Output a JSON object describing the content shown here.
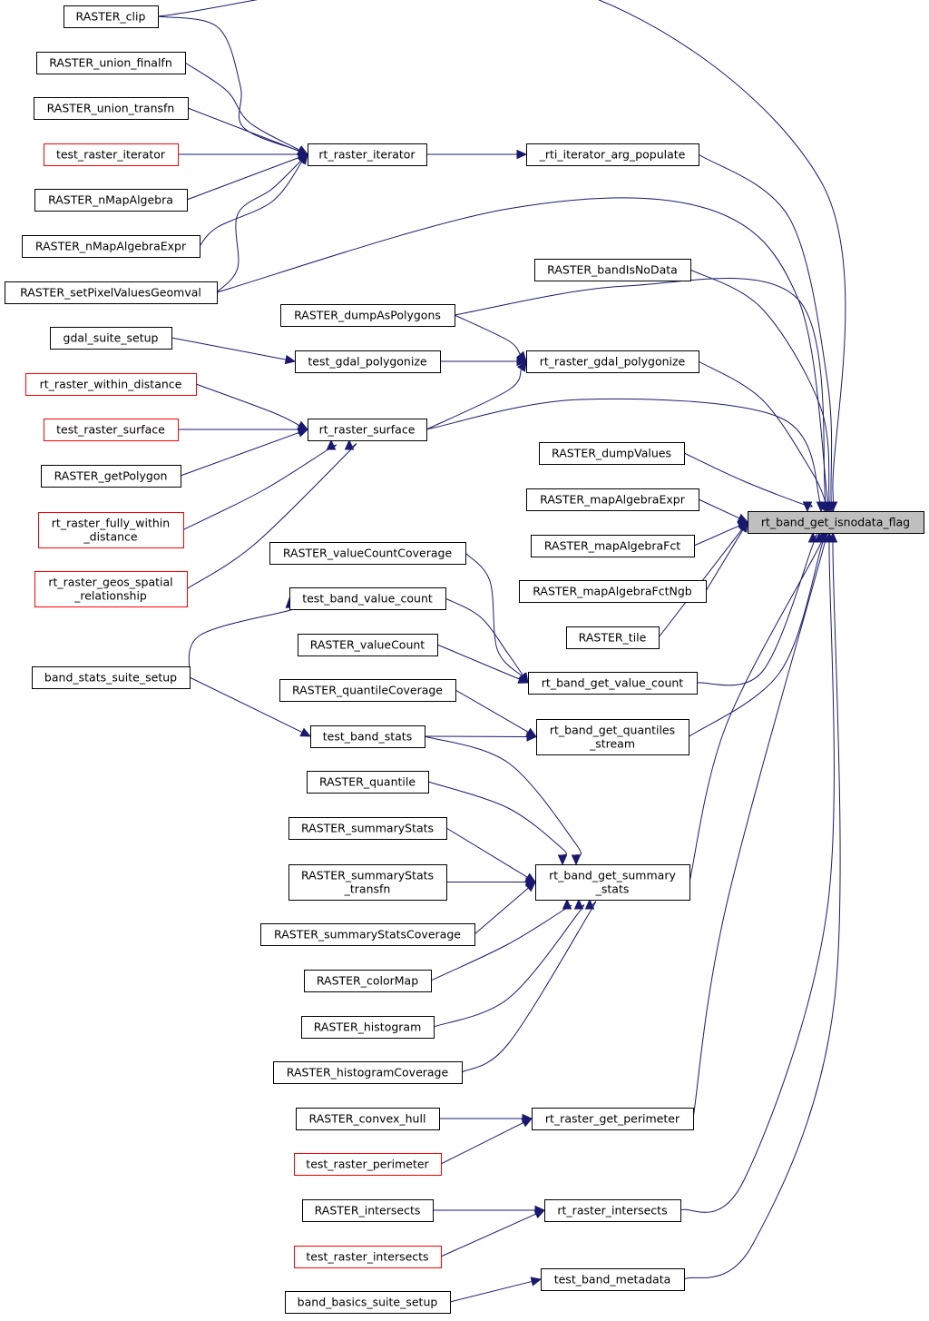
{
  "focus": {
    "id": "rt_band_get_isnodata_flag",
    "label": "rt_band_get_isnodata_flag"
  },
  "colors": {
    "edge": "#191970",
    "node_border": "#000000",
    "incomplete_border": "#ff0000",
    "focus_fill": "#bfbfbf"
  },
  "nodes": {
    "RASTER_clip": {
      "lines": [
        "RASTER_clip"
      ]
    },
    "RASTER_union_finalfn": {
      "lines": [
        "RASTER_union_finalfn"
      ]
    },
    "RASTER_union_transfn": {
      "lines": [
        "RASTER_union_transfn"
      ]
    },
    "test_raster_iterator": {
      "lines": [
        "test_raster_iterator"
      ],
      "incomplete": true
    },
    "RASTER_nMapAlgebra": {
      "lines": [
        "RASTER_nMapAlgebra"
      ]
    },
    "RASTER_nMapAlgebraExpr": {
      "lines": [
        "RASTER_nMapAlgebraExpr"
      ]
    },
    "RASTER_setPixelValuesGeomval": {
      "lines": [
        "RASTER_setPixelValuesGeomval"
      ]
    },
    "gdal_suite_setup": {
      "lines": [
        "gdal_suite_setup"
      ]
    },
    "rt_raster_within_distance": {
      "lines": [
        "rt_raster_within_distance"
      ],
      "incomplete": true
    },
    "test_raster_surface": {
      "lines": [
        "test_raster_surface"
      ],
      "incomplete": true
    },
    "RASTER_getPolygon": {
      "lines": [
        "RASTER_getPolygon"
      ]
    },
    "rt_raster_fully_within_distance": {
      "lines": [
        "rt_raster_fully_within",
        "_distance"
      ],
      "incomplete": true
    },
    "rt_raster_geos_spatial_relationship": {
      "lines": [
        "rt_raster_geos_spatial",
        "_relationship"
      ],
      "incomplete": true
    },
    "band_stats_suite_setup": {
      "lines": [
        "band_stats_suite_setup"
      ]
    },
    "rt_raster_iterator": {
      "lines": [
        "rt_raster_iterator"
      ]
    },
    "RASTER_dumpAsPolygons": {
      "lines": [
        "RASTER_dumpAsPolygons"
      ]
    },
    "test_gdal_polygonize": {
      "lines": [
        "test_gdal_polygonize"
      ]
    },
    "rt_raster_surface": {
      "lines": [
        "rt_raster_surface"
      ]
    },
    "RASTER_valueCountCoverage": {
      "lines": [
        "RASTER_valueCountCoverage"
      ]
    },
    "test_band_value_count": {
      "lines": [
        "test_band_value_count"
      ]
    },
    "RASTER_valueCount": {
      "lines": [
        "RASTER_valueCount"
      ]
    },
    "RASTER_quantileCoverage": {
      "lines": [
        "RASTER_quantileCoverage"
      ]
    },
    "test_band_stats": {
      "lines": [
        "test_band_stats"
      ]
    },
    "RASTER_quantile": {
      "lines": [
        "RASTER_quantile"
      ]
    },
    "RASTER_summaryStats": {
      "lines": [
        "RASTER_summaryStats"
      ]
    },
    "RASTER_summaryStats_transfn": {
      "lines": [
        "RASTER_summaryStats",
        "_transfn"
      ]
    },
    "RASTER_summaryStatsCoverage": {
      "lines": [
        "RASTER_summaryStatsCoverage"
      ]
    },
    "RASTER_colorMap": {
      "lines": [
        "RASTER_colorMap"
      ]
    },
    "RASTER_histogram": {
      "lines": [
        "RASTER_histogram"
      ]
    },
    "RASTER_histogramCoverage": {
      "lines": [
        "RASTER_histogramCoverage"
      ]
    },
    "RASTER_convex_hull": {
      "lines": [
        "RASTER_convex_hull"
      ]
    },
    "test_raster_perimeter": {
      "lines": [
        "test_raster_perimeter"
      ],
      "incomplete": true
    },
    "RASTER_intersects": {
      "lines": [
        "RASTER_intersects"
      ]
    },
    "test_raster_intersects": {
      "lines": [
        "test_raster_intersects"
      ],
      "incomplete": true
    },
    "band_basics_suite_setup": {
      "lines": [
        "band_basics_suite_setup"
      ]
    },
    "_rti_iterator_arg_populate": {
      "lines": [
        "_rti_iterator_arg_populate"
      ]
    },
    "RASTER_bandIsNoData": {
      "lines": [
        "RASTER_bandIsNoData"
      ]
    },
    "rt_raster_gdal_polygonize": {
      "lines": [
        "rt_raster_gdal_polygonize"
      ]
    },
    "RASTER_dumpValues": {
      "lines": [
        "RASTER_dumpValues"
      ]
    },
    "RASTER_mapAlgebraExpr": {
      "lines": [
        "RASTER_mapAlgebraExpr"
      ]
    },
    "RASTER_mapAlgebraFct": {
      "lines": [
        "RASTER_mapAlgebraFct"
      ]
    },
    "RASTER_mapAlgebraFctNgb": {
      "lines": [
        "RASTER_mapAlgebraFctNgb"
      ]
    },
    "RASTER_tile": {
      "lines": [
        "RASTER_tile"
      ]
    },
    "rt_band_get_value_count": {
      "lines": [
        "rt_band_get_value_count"
      ]
    },
    "rt_band_get_quantiles_stream": {
      "lines": [
        "rt_band_get_quantiles",
        "_stream"
      ]
    },
    "rt_band_get_summary_stats": {
      "lines": [
        "rt_band_get_summary",
        "_stats"
      ]
    },
    "rt_raster_get_perimeter": {
      "lines": [
        "rt_raster_get_perimeter"
      ]
    },
    "rt_raster_intersects": {
      "lines": [
        "rt_raster_intersects"
      ]
    },
    "test_band_metadata": {
      "lines": [
        "test_band_metadata"
      ]
    },
    "rt_band_get_isnodata_flag": {
      "lines": [
        "rt_band_get_isnodata_flag"
      ]
    }
  },
  "edges": [
    [
      "RASTER_clip",
      "rt_raster_iterator"
    ],
    [
      "RASTER_union_finalfn",
      "rt_raster_iterator"
    ],
    [
      "RASTER_union_transfn",
      "rt_raster_iterator"
    ],
    [
      "test_raster_iterator",
      "rt_raster_iterator"
    ],
    [
      "RASTER_nMapAlgebra",
      "rt_raster_iterator"
    ],
    [
      "RASTER_nMapAlgebraExpr",
      "rt_raster_iterator"
    ],
    [
      "RASTER_setPixelValuesGeomval",
      "rt_raster_iterator"
    ],
    [
      "rt_raster_iterator",
      "_rti_iterator_arg_populate"
    ],
    [
      "gdal_suite_setup",
      "test_gdal_polygonize"
    ],
    [
      "test_gdal_polygonize",
      "rt_raster_gdal_polygonize"
    ],
    [
      "RASTER_dumpAsPolygons",
      "rt_raster_gdal_polygonize"
    ],
    [
      "rt_raster_surface",
      "rt_raster_gdal_polygonize"
    ],
    [
      "rt_raster_within_distance",
      "rt_raster_surface"
    ],
    [
      "test_raster_surface",
      "rt_raster_surface"
    ],
    [
      "RASTER_getPolygon",
      "rt_raster_surface"
    ],
    [
      "rt_raster_fully_within_distance",
      "rt_raster_surface"
    ],
    [
      "rt_raster_geos_spatial_relationship",
      "rt_raster_surface"
    ],
    [
      "band_stats_suite_setup",
      "test_band_value_count"
    ],
    [
      "band_stats_suite_setup",
      "test_band_stats"
    ],
    [
      "RASTER_valueCountCoverage",
      "rt_band_get_value_count"
    ],
    [
      "test_band_value_count",
      "rt_band_get_value_count"
    ],
    [
      "RASTER_valueCount",
      "rt_band_get_value_count"
    ],
    [
      "RASTER_quantileCoverage",
      "rt_band_get_quantiles_stream"
    ],
    [
      "test_band_stats",
      "rt_band_get_quantiles_stream"
    ],
    [
      "test_band_stats",
      "rt_band_get_summary_stats"
    ],
    [
      "RASTER_quantile",
      "rt_band_get_summary_stats"
    ],
    [
      "RASTER_summaryStats",
      "rt_band_get_summary_stats"
    ],
    [
      "RASTER_summaryStats_transfn",
      "rt_band_get_summary_stats"
    ],
    [
      "RASTER_summaryStatsCoverage",
      "rt_band_get_summary_stats"
    ],
    [
      "RASTER_colorMap",
      "rt_band_get_summary_stats"
    ],
    [
      "RASTER_histogram",
      "rt_band_get_summary_stats"
    ],
    [
      "RASTER_histogramCoverage",
      "rt_band_get_summary_stats"
    ],
    [
      "RASTER_convex_hull",
      "rt_raster_get_perimeter"
    ],
    [
      "test_raster_perimeter",
      "rt_raster_get_perimeter"
    ],
    [
      "RASTER_intersects",
      "rt_raster_intersects"
    ],
    [
      "test_raster_intersects",
      "rt_raster_intersects"
    ],
    [
      "band_basics_suite_setup",
      "test_band_metadata"
    ],
    [
      "RASTER_clip",
      "rt_band_get_isnodata_flag"
    ],
    [
      "_rti_iterator_arg_populate",
      "rt_band_get_isnodata_flag"
    ],
    [
      "RASTER_setPixelValuesGeomval",
      "rt_band_get_isnodata_flag"
    ],
    [
      "RASTER_bandIsNoData",
      "rt_band_get_isnodata_flag"
    ],
    [
      "RASTER_dumpAsPolygons",
      "rt_band_get_isnodata_flag"
    ],
    [
      "rt_raster_gdal_polygonize",
      "rt_band_get_isnodata_flag"
    ],
    [
      "rt_raster_surface",
      "rt_band_get_isnodata_flag"
    ],
    [
      "RASTER_dumpValues",
      "rt_band_get_isnodata_flag"
    ],
    [
      "RASTER_mapAlgebraExpr",
      "rt_band_get_isnodata_flag"
    ],
    [
      "RASTER_mapAlgebraFct",
      "rt_band_get_isnodata_flag"
    ],
    [
      "RASTER_mapAlgebraFctNgb",
      "rt_band_get_isnodata_flag"
    ],
    [
      "RASTER_tile",
      "rt_band_get_isnodata_flag"
    ],
    [
      "rt_band_get_value_count",
      "rt_band_get_isnodata_flag"
    ],
    [
      "rt_band_get_quantiles_stream",
      "rt_band_get_isnodata_flag"
    ],
    [
      "rt_band_get_summary_stats",
      "rt_band_get_isnodata_flag"
    ],
    [
      "rt_raster_get_perimeter",
      "rt_band_get_isnodata_flag"
    ],
    [
      "rt_raster_intersects",
      "rt_band_get_isnodata_flag"
    ],
    [
      "test_band_metadata",
      "rt_band_get_isnodata_flag"
    ]
  ]
}
